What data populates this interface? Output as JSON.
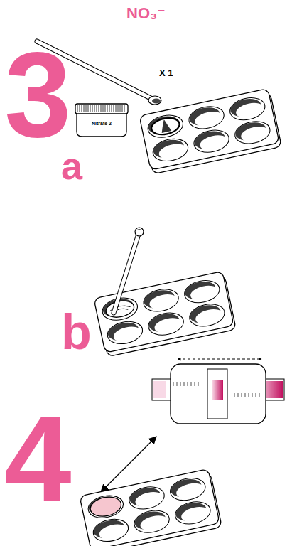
{
  "diagram": {
    "title": "NO₃⁻",
    "labels": [
      "3",
      "X 1",
      "Nitrate 2",
      "a",
      "b",
      "4"
    ]
  }
}
